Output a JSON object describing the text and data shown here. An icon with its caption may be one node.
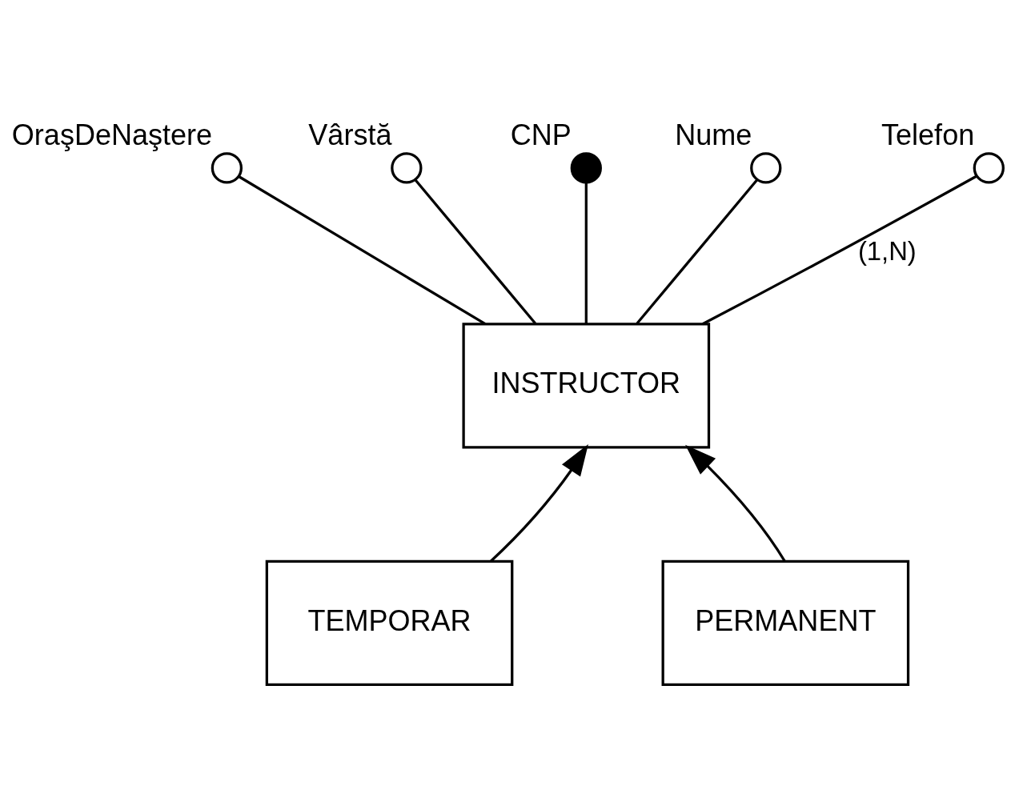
{
  "diagram": {
    "nodes": [
      {
        "text": [],
        "shape": "circle",
        "beside": [
          "OraşDeNaştere"
        ]
      },
      {
        "text": [],
        "shape": "circle",
        "beside": [
          "Vârstă"
        ]
      },
      {
        "text": [],
        "shape": "circle",
        "beside": [
          "CNP"
        ]
      },
      {
        "text": [],
        "shape": "circle",
        "beside": [
          "Nume"
        ]
      },
      {
        "text": [],
        "shape": "circle",
        "beside": [
          "Telefon"
        ]
      },
      {
        "text": [
          "INSTRUCTOR"
        ]
      },
      {
        "text": [
          "TEMPORAR"
        ]
      },
      {
        "text": [
          "PERMANENT"
        ]
      }
    ],
    "edges": [
      {
        "from": 0,
        "to": 5,
        "arrow": "none"
      },
      {
        "from": 1,
        "to": 5,
        "arrow": "none"
      },
      {
        "from": 2,
        "to": 5,
        "arrow": "none"
      },
      {
        "from": 3,
        "to": 5,
        "arrow": "none"
      },
      {
        "from": 4,
        "to": 5,
        "arrow": "none",
        "label": "(1,N)"
      },
      {
        "from": 6,
        "to": 5,
        "arrow": "to"
      },
      {
        "from": 7,
        "to": 5,
        "arrow": "to"
      }
    ]
  }
}
